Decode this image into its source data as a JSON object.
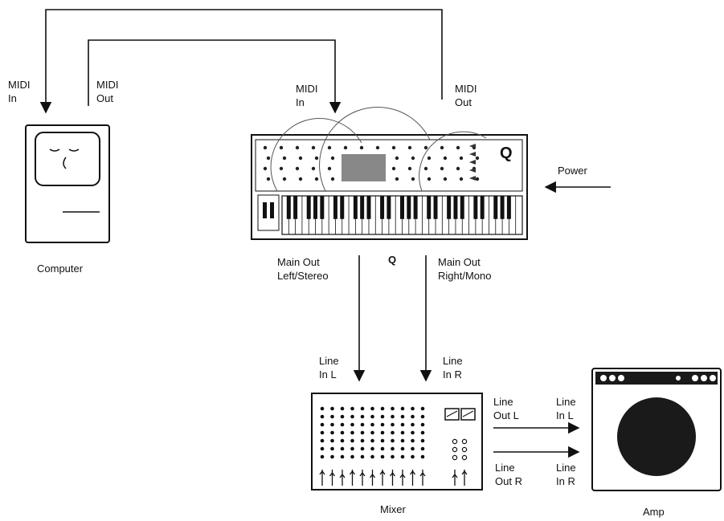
{
  "labels": {
    "computer_midi_in": [
      "MIDI",
      "In"
    ],
    "computer_midi_out": [
      "MIDI",
      "Out"
    ],
    "synth_midi_in": [
      "MIDI",
      "In"
    ],
    "synth_midi_out": [
      "MIDI",
      "Out"
    ],
    "power": "Power",
    "computer": "Computer",
    "synth_logo": "Q",
    "synth_name": "Q",
    "main_out_left": [
      "Main Out",
      "Left/Stereo"
    ],
    "main_out_right": [
      "Main Out",
      "Right/Mono"
    ],
    "mixer_line_in_l": [
      "Line",
      "In L"
    ],
    "mixer_line_in_r": [
      "Line",
      "In R"
    ],
    "mixer_line_out_l": [
      "Line",
      "Out L"
    ],
    "mixer_line_out_r": [
      "Line",
      "Out R"
    ],
    "amp_line_in_l": [
      "Line",
      "In L"
    ],
    "amp_line_in_r": [
      "Line",
      "In R"
    ],
    "mixer": "Mixer",
    "amp": "Amp"
  },
  "colors": {
    "ink": "#111111",
    "paper": "#ffffff",
    "speaker": "#1a1a1a"
  }
}
